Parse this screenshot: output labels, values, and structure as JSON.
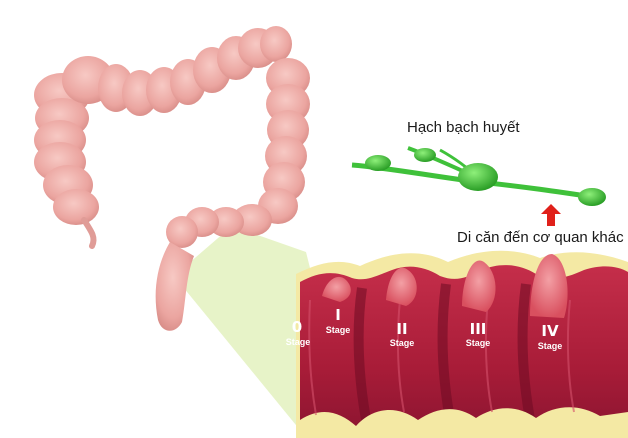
{
  "labels": {
    "lymph_node": "Hạch bạch huyết",
    "metastasis": "Di căn đến cơ quan khác"
  },
  "stages": [
    {
      "numeral": "0",
      "word": "Stage"
    },
    {
      "numeral": "I",
      "word": "Stage"
    },
    {
      "numeral": "II",
      "word": "Stage"
    },
    {
      "numeral": "III",
      "word": "Stage"
    },
    {
      "numeral": "IV",
      "word": "Stage"
    }
  ],
  "colors": {
    "colon": "#eeaaa4",
    "colon_shadow": "#d88b86",
    "tissue": "#b0213e",
    "tissue_dark": "#7e1028",
    "fat_layer": "#f4e9a4",
    "tumor": "#e8737d",
    "lymph": "#3fc13a",
    "zoom_cone": "#e4f2c2",
    "arrow": "#e0201a"
  }
}
